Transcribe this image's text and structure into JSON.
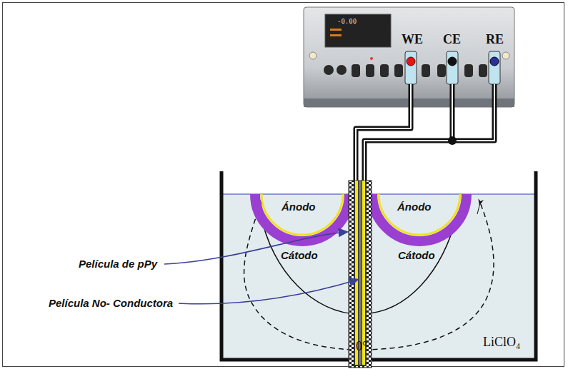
{
  "diagram": {
    "labels": [
      "-0.00",
      "WE",
      "CE",
      "RE",
      "Ánodo",
      "Ánodo",
      "Cátodo",
      "Cátodo",
      "Película de pPy",
      "Película No- Conductora",
      "0°",
      "LiClO₄"
    ]
  }
}
